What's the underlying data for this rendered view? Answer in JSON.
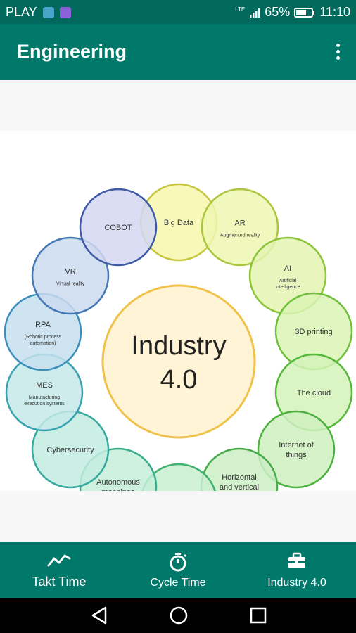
{
  "status_bar": {
    "carrier": "PLAY",
    "network": "LTE",
    "battery": "65%",
    "time": "11:10"
  },
  "app_bar": {
    "title": "Engineering"
  },
  "diagram": {
    "center_line1": "Industry",
    "center_line2": "4.0",
    "nodes": [
      {
        "title": "Big Data",
        "sub": "",
        "fill": "#f7f7ad",
        "stroke": "#c8c640"
      },
      {
        "title": "AR",
        "sub": "Augmented reality",
        "fill": "#eef7b2",
        "stroke": "#a9c63d"
      },
      {
        "title": "AI",
        "sub": "Artificial|intelligence",
        "fill": "#e4f5b3",
        "stroke": "#8cc43a"
      },
      {
        "title": "3D printing",
        "sub": "",
        "fill": "#d9f4b6",
        "stroke": "#6fbf3b"
      },
      {
        "title": "The cloud",
        "sub": "",
        "fill": "#d3f2b9",
        "stroke": "#56b83a"
      },
      {
        "title": "Internet of|things",
        "sub": "",
        "fill": "#cff0c0",
        "stroke": "#4cb03f"
      },
      {
        "title": "Horizontal|and vertical|integration",
        "sub": "",
        "fill": "#cdeec6",
        "stroke": "#46aa4a"
      },
      {
        "title": "Digital Twin",
        "sub": "",
        "fill": "#c9efd0",
        "stroke": "#3fb271"
      },
      {
        "title": "Autonomous|machines",
        "sub": "",
        "fill": "#c5edd8",
        "stroke": "#3aae8c"
      },
      {
        "title": "Cybersecurity",
        "sub": "",
        "fill": "#c3ece0",
        "stroke": "#37a99e"
      },
      {
        "title": "MES",
        "sub": "Manufacturing|execution systems",
        "fill": "#c4e9e8",
        "stroke": "#3aa1b0"
      },
      {
        "title": "RPA",
        "sub": "(Robotic process|automation)",
        "fill": "#c6e1ee",
        "stroke": "#3c8fbb"
      },
      {
        "title": "VR",
        "sub": "Virtual reality",
        "fill": "#cbdaf0",
        "stroke": "#4478b7"
      },
      {
        "title": "COBOT",
        "sub": "",
        "fill": "#d3d7f2",
        "stroke": "#3f5aa6"
      }
    ]
  },
  "bottom_nav": {
    "items": [
      {
        "label": "Takt Time",
        "icon": "trending-line-icon"
      },
      {
        "label": "Cycle Time",
        "icon": "stopwatch-icon"
      },
      {
        "label": "Industry 4.0",
        "icon": "briefcase-icon"
      }
    ]
  }
}
